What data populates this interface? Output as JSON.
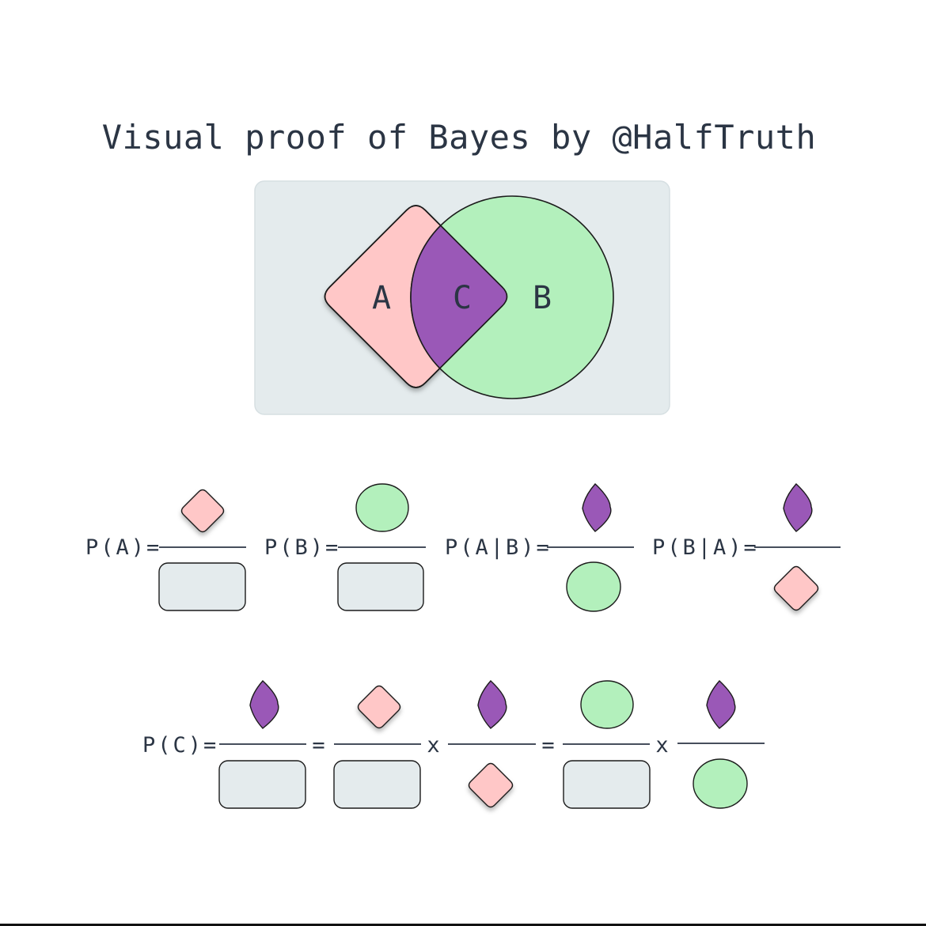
{
  "title": "Visual proof of Bayes by @HalfTruth",
  "venn": {
    "label_a": "A",
    "label_b": "B",
    "label_c": "C"
  },
  "equations": {
    "pa": "P(A)=",
    "pb": "P(B)=",
    "pab": "P(A|B)=",
    "pba": "P(B|A)=",
    "pc": "P(C)=",
    "equals": "=",
    "times": "x"
  },
  "colors": {
    "background": "#ffffff",
    "universe": "#e4ebed",
    "set_a": "#ffc7c7",
    "set_b": "#b3f0bc",
    "intersection": "#9a58b7",
    "outline": "#1b1b1b",
    "text": "#2b3544"
  }
}
